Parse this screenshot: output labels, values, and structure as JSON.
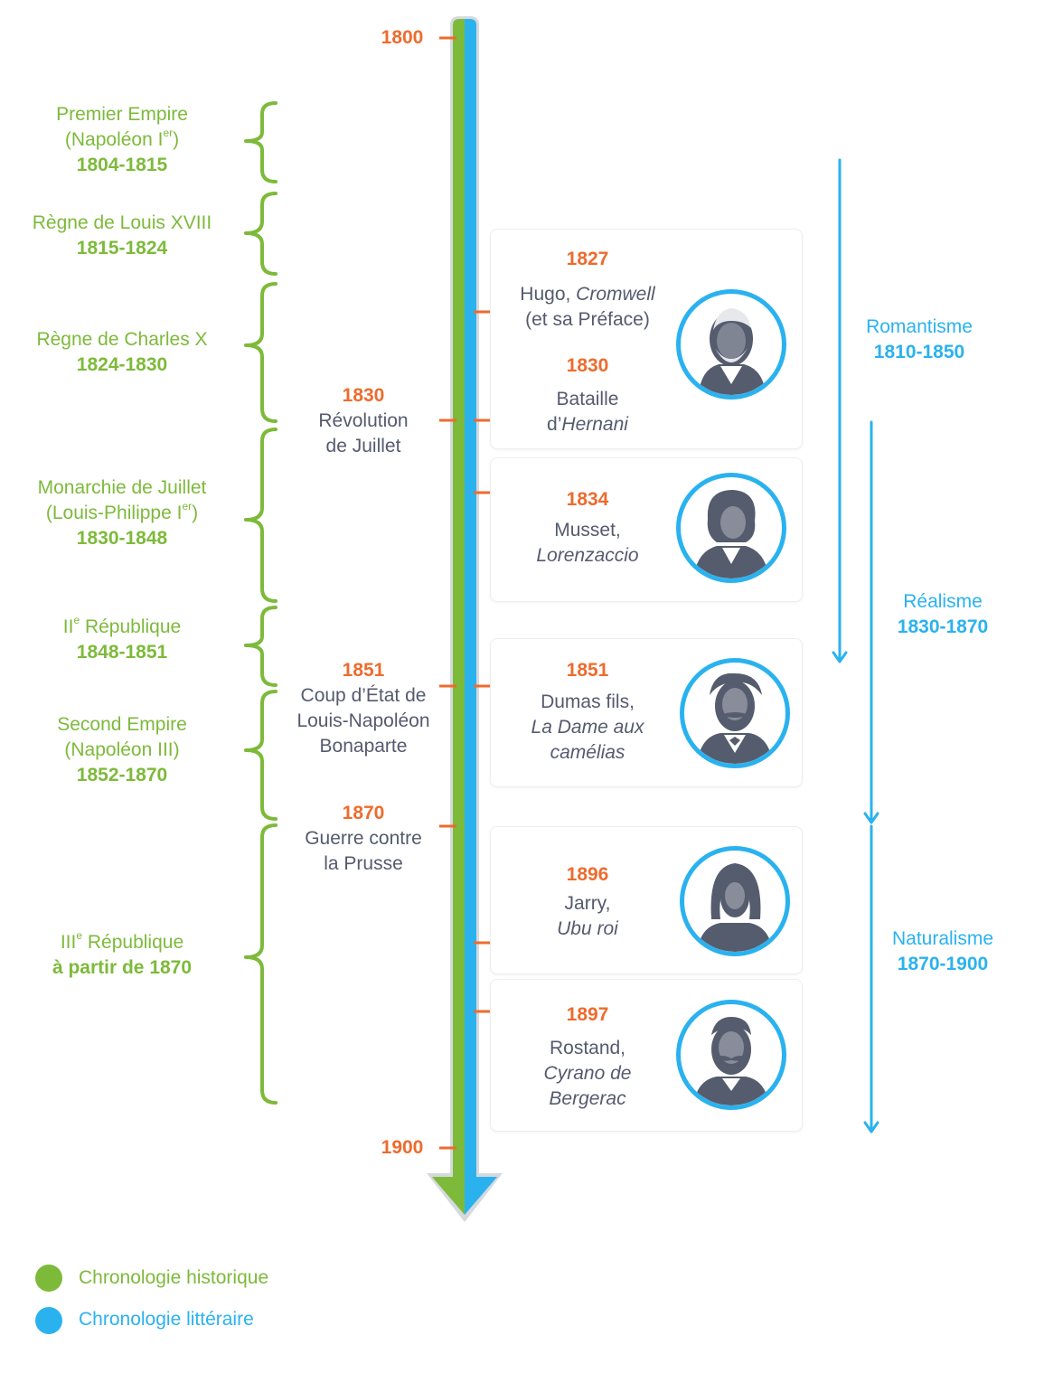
{
  "timeline": {
    "start_year": "1800",
    "end_year": "1900",
    "colors": {
      "historical": "#7dba3a",
      "literary": "#2ab2ef",
      "tick": "#ee6b2d",
      "text": "#545b6e",
      "arrow_outline": "#cfd3d9"
    }
  },
  "periods": [
    {
      "name": "Premier Empire",
      "sub": "(Napoléon I",
      "sub_sup": "er",
      "sub_end": ")",
      "years": "1804-1815"
    },
    {
      "name": "Règne de Louis XVIII",
      "years": "1815-1824"
    },
    {
      "name": "Règne de Charles X",
      "years": "1824-1830"
    },
    {
      "name": "Monarchie de Juillet",
      "sub": "(Louis-Philippe I",
      "sub_sup": "er",
      "sub_end": ")",
      "years": "1830-1848"
    },
    {
      "name_pre": "II",
      "name_sup": "e",
      "name": " République",
      "years": "1848-1851"
    },
    {
      "name": "Second Empire",
      "sub": "(Napoléon III)",
      "years": "1852-1870"
    },
    {
      "name_pre": "III",
      "name_sup": "e",
      "name": " République",
      "years": "à partir de 1870"
    }
  ],
  "historical_events": [
    {
      "year": "1830",
      "line1": "Révolution",
      "line2": "de Juillet"
    },
    {
      "year": "1851",
      "line1": "Coup d’État de",
      "line2": "Louis-Napoléon",
      "line3": "Bonaparte"
    },
    {
      "year": "1870",
      "line1": "Guerre contre",
      "line2": "la Prusse"
    }
  ],
  "literary_events": [
    {
      "year": "1827",
      "author": "Hugo, ",
      "work": "Cromwell",
      "extra": "(et sa Préface)",
      "year2": "1830",
      "line2a": "Bataille",
      "line2b_pre": "d’",
      "line2b_work": "Hernani",
      "portrait": "hugo-portrait-icon"
    },
    {
      "year": "1834",
      "author": "Musset,",
      "work": "Lorenzaccio",
      "portrait": "musset-portrait-icon"
    },
    {
      "year": "1851",
      "author": "Dumas fils,",
      "work": "La Dame aux",
      "work2": "camélias",
      "portrait": "dumas-portrait-icon"
    },
    {
      "year": "1896",
      "author": "Jarry,",
      "work": "Ubu roi",
      "portrait": "jarry-portrait-icon"
    },
    {
      "year": "1897",
      "author": "Rostand,",
      "work": "Cyrano de",
      "work2": "Bergerac",
      "portrait": "rostand-portrait-icon"
    }
  ],
  "movements": [
    {
      "name": "Romantisme",
      "years": "1810-1850"
    },
    {
      "name": "Réalisme",
      "years": "1830-1870"
    },
    {
      "name": "Naturalisme",
      "years": "1870-1900"
    }
  ],
  "legend": {
    "historical": "Chronologie historique",
    "literary": "Chronologie littéraire"
  }
}
